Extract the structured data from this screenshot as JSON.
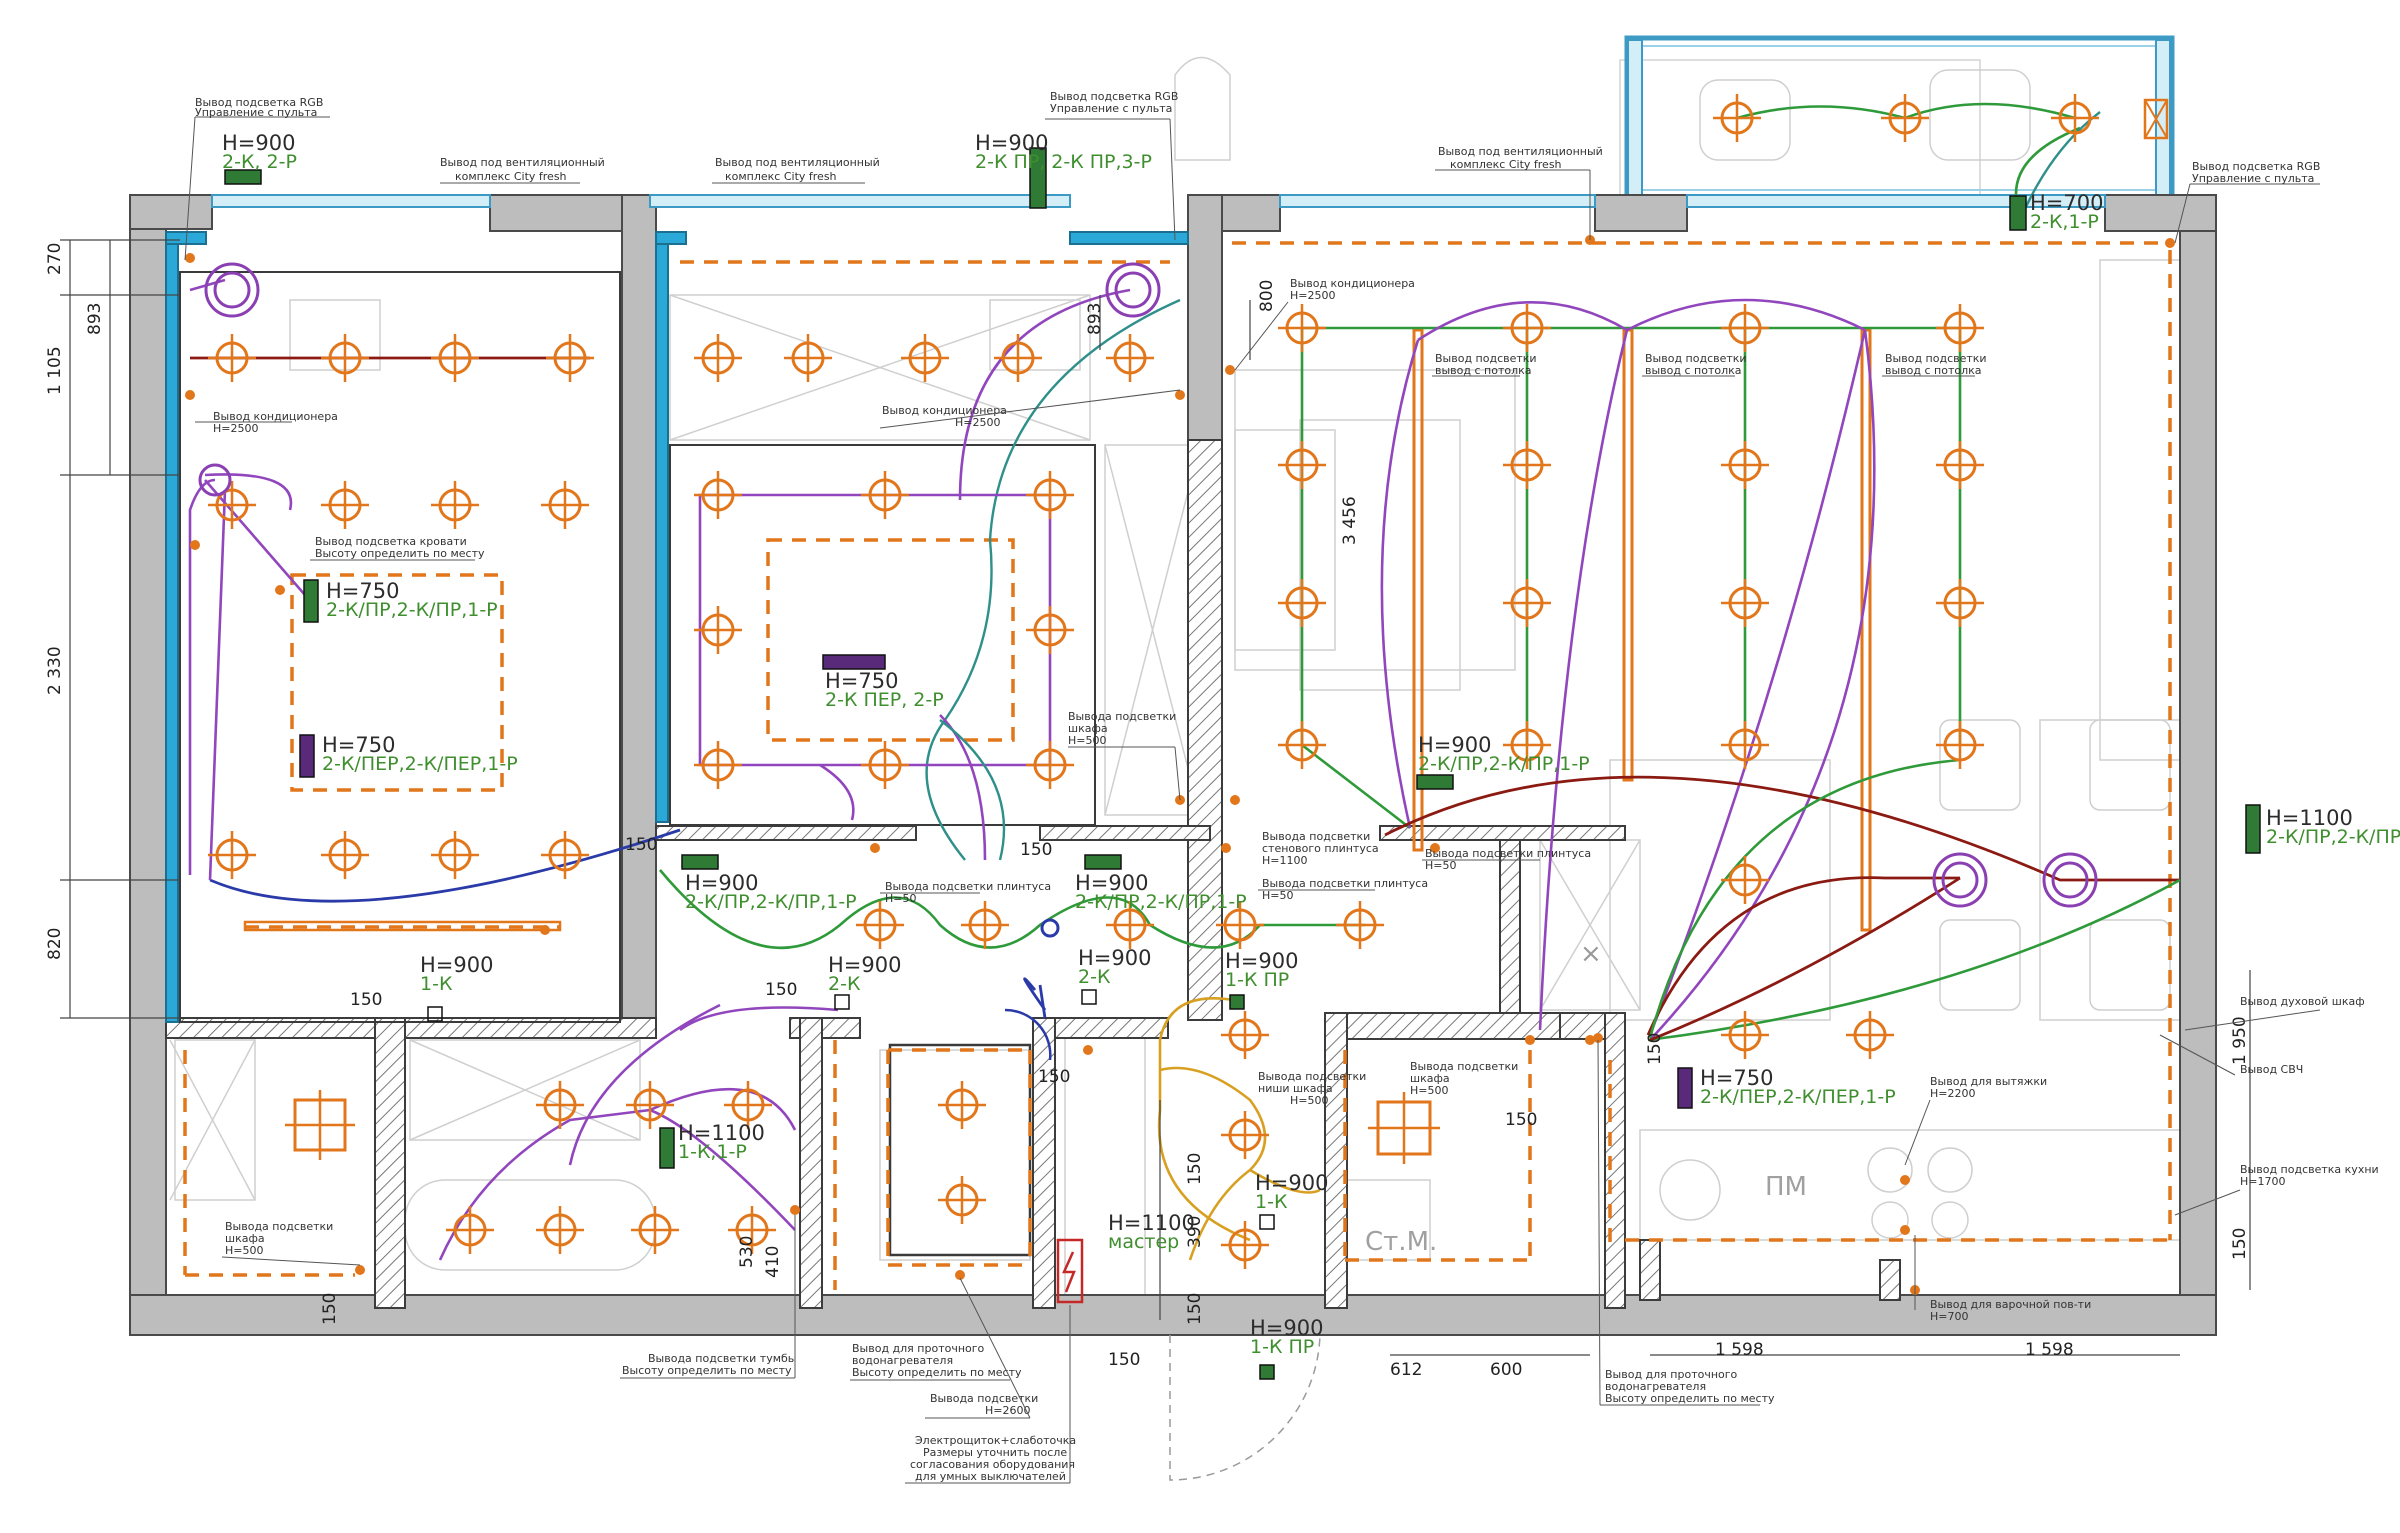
{
  "colors": {
    "lighting": "#e2761b",
    "wire_green": "#2f9a3a",
    "wire_purple": "#9146bd",
    "wire_red": "#8b1a12",
    "wire_blue": "#2a3aa8",
    "wall": "#bdbdbd",
    "glazing": "#3d9ac4"
  },
  "notes": {
    "rgb_left": [
      "Вывод подсветка RGB",
      "Управление с пульта"
    ],
    "rgb_center": [
      "Вывод подсветка RGB",
      "Управление с пульта"
    ],
    "rgb_right": [
      "Вывод подсветка RGB",
      "Управление с пульта"
    ],
    "vent_left": [
      "Вывод под вентиляционный",
      "комплекс City fresh"
    ],
    "vent_mid": [
      "Вывод под вентиляционный",
      "комплекс City fresh"
    ],
    "vent_right": [
      "Вывод под вентиляционный",
      "комплекс City fresh"
    ],
    "ac_left": [
      "Вывод кондиционера",
      "H=2500"
    ],
    "ac_mid": [
      "Вывод кондиционера",
      "H=2500"
    ],
    "ac_right": [
      "Вывод кондиционера",
      "H=2500"
    ],
    "bed_light": [
      "Вывод подсветка кровати",
      "Высоту определить по месту"
    ],
    "ceiling1": [
      "Вывод подсветки",
      "вывод с потолка"
    ],
    "ceiling2": [
      "Вывод подсветки",
      "вывод с потолка"
    ],
    "ceiling3": [
      "Вывод подсветки",
      "вывод с потолка"
    ],
    "wardrobe_mid": [
      "Вывода подсветки",
      "шкафа",
      "H=500"
    ],
    "plinth1": [
      "Вывода подсветки плинтуса",
      "H=50"
    ],
    "plinth2": [
      "Вывода подсветки плинтуса",
      "H=50"
    ],
    "plinth3": [
      "Вывода подсветки плинтуса",
      "H=50"
    ],
    "wall_light": [
      "Вывода подсветки",
      "стенового плинтуса",
      "H=1100"
    ],
    "niche": [
      "Вывода подсветки",
      "ниши шкафа",
      "H=500"
    ],
    "wardrobe_r": [
      "Вывода подсветки",
      "шкафа",
      "H=500"
    ],
    "hood": [
      "Вывод для вытяжки",
      "H=2200"
    ],
    "oven": [
      "Вывод духовой шкаф"
    ],
    "mw": [
      "Вывод СВЧ"
    ],
    "kitchen_light": [
      "Вывод подсветка кухни",
      "H=1700"
    ],
    "cooktop": [
      "Вывод для варочной пов-ти",
      "H=700"
    ],
    "wardrobe_l": [
      "Вывода подсветки",
      "шкафа",
      "H=500"
    ],
    "nightstand": [
      "Вывода подсветки тумбы",
      "Высоту определить по месту"
    ],
    "heater1": [
      "Вывод для проточного",
      "водонагревателя",
      "Высоту определить по месту"
    ],
    "heater2": [
      "Вывод для проточного",
      "водонагревателя",
      "Высоту определить по месту"
    ],
    "bath_light": [
      "Вывода подсветки",
      "H=2600"
    ],
    "panel": [
      "Электрощиток+слаботочка",
      "Размеры уточнить после",
      "согласования оборудования",
      "для умных выключателей"
    ]
  },
  "switches": {
    "s1": {
      "h": "H=900",
      "t": "2-К, 2-Р"
    },
    "s2": {
      "h": "H=900",
      "t": "2-К ПР, 2-К ПР,3-Р"
    },
    "s3": {
      "h": "H=700",
      "t": "2-К,1-Р"
    },
    "s4": {
      "h": "H=750",
      "t": "2-К/ПР,2-К/ПР,1-Р"
    },
    "s5": {
      "h": "H=750",
      "t": "2-К/ПЕР,2-К/ПЕР,1-Р"
    },
    "s6": {
      "h": "H=750",
      "t": "2-К ПЕР, 2-Р"
    },
    "s7": {
      "h": "H=900",
      "t": "2-К/ПР,2-К/ПР,1-Р"
    },
    "s8": {
      "h": "H=1100",
      "t": "2-К/ПР,2-К/ПР"
    },
    "s9": {
      "h": "H=900",
      "t": "2-К/ПР,2-К/ПР,1-Р"
    },
    "s10": {
      "h": "H=900",
      "t": "2-К/ПР,2-К/ПР,1-Р"
    },
    "s11": {
      "h": "H=900",
      "t": "1-К"
    },
    "s12": {
      "h": "H=900",
      "t": "2-К"
    },
    "s13": {
      "h": "H=900",
      "t": "2-К"
    },
    "s14": {
      "h": "H=900",
      "t": "1-К ПР"
    },
    "s15": {
      "h": "H=750",
      "t": "2-К/ПЕР,2-К/ПЕР,1-Р"
    },
    "s16": {
      "h": "H=1100",
      "t": "1-К,1-Р"
    },
    "s17": {
      "h": "H=1100",
      "t": "мастер"
    },
    "s18": {
      "h": "H=900",
      "t": "1-К"
    },
    "s19": {
      "h": "H=900",
      "t": "1-К ПР"
    }
  },
  "dims": {
    "d270": "270",
    "d893a": "893",
    "d1105": "1 105",
    "d2330": "2 330",
    "d820": "820",
    "d893b": "893",
    "d800": "800",
    "d3456": "3 456",
    "d1950": "1 950",
    "d150a": "150",
    "d150b": "150",
    "d150c": "150",
    "d150d": "150",
    "d150e": "150",
    "d150f": "150",
    "d150g": "150",
    "d150h": "150",
    "d150i": "150",
    "d150j": "150",
    "d150k": "150",
    "d150l": "150",
    "d530": "530",
    "d410": "410",
    "d390": "390",
    "d612": "612",
    "d600": "600",
    "d1598a": "1 598",
    "d1598b": "1 598"
  },
  "rooms": {
    "pm": "ПМ",
    "stm": "Ст.М."
  }
}
